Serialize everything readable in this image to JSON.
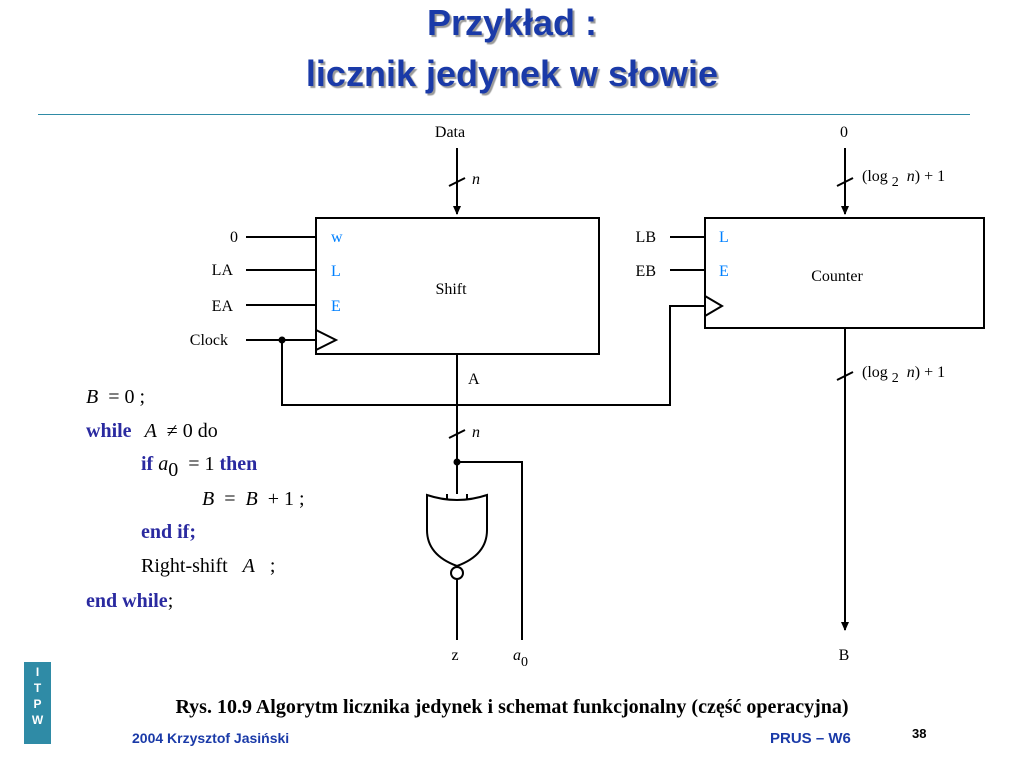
{
  "title": {
    "line1": "Przykład :",
    "line2": "licznik jedynek w słowie"
  },
  "diagram": {
    "shift": {
      "label": "Shift",
      "inputs": [
        "0",
        "LA",
        "EA"
      ],
      "ports": [
        "w",
        "L",
        "E"
      ],
      "clock": "Clock",
      "output": "A"
    },
    "counter": {
      "label": "Counter",
      "inputs": [
        "LB",
        "EB"
      ],
      "ports": [
        "L",
        "E"
      ],
      "top_input": "0",
      "output": "B",
      "width_prefix": "(log",
      "width_sub": "2",
      "width_n": "n",
      "width_suffix": ") + 1"
    },
    "data_label": "Data",
    "bus_n": "n",
    "z_label": "z",
    "a0_main": "a",
    "a0_sub": "0"
  },
  "code": {
    "l1_b": "B",
    "l1_rest": "=  0 ;",
    "while_kw": "while",
    "while_a": "A",
    "while_rest": "≠  0",
    "do": "do",
    "if_kw": "if",
    "if_a": "a",
    "if_sub": "0",
    "if_rest": "=  1",
    "then_kw": "then",
    "assign_b1": "B",
    "assign_eq": "=",
    "assign_b2": "B",
    "assign_rest": "+  1 ;",
    "endif_kw": "end if;",
    "rshift": "Right-shift",
    "rshift_a": "A",
    "rshift_semi": ";",
    "endwhile_kw": "end while",
    "endwhile_semi": ";"
  },
  "caption": "Rys. 10.9 Algorytm licznika jedynek i schemat funkcjonalny (część operacyjna)",
  "footer": {
    "author": "2004 Krzysztof Jasiński",
    "course": "PRUS – W6",
    "page": "38"
  },
  "side_logo": [
    "I",
    "T",
    "P",
    "W"
  ],
  "colors": {
    "title": "#1a3aa8",
    "rule": "#2f8ba6",
    "port_labels": "#0080ff",
    "keyword": "#2a2aa0"
  }
}
